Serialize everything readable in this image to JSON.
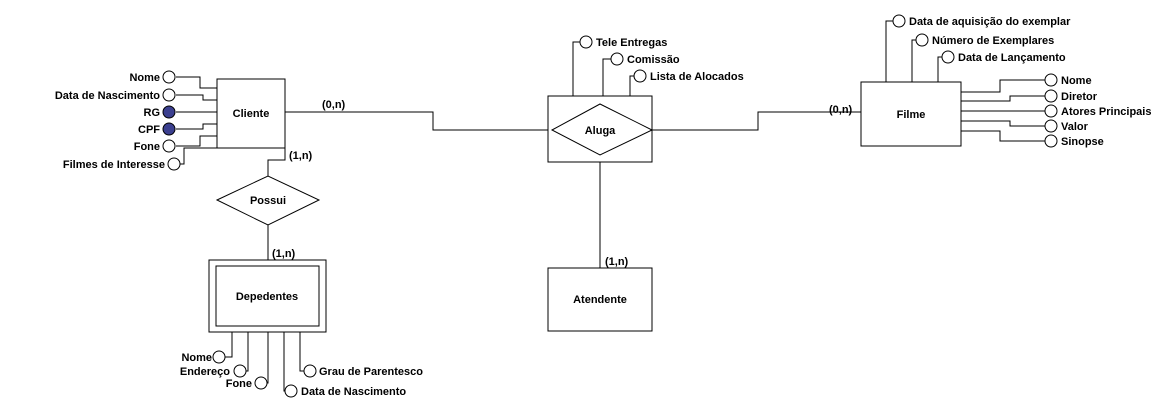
{
  "entities": {
    "cliente": "Cliente",
    "filme": "Filme",
    "atendente": "Atendente",
    "dependentes": "Depedentes"
  },
  "relationships": {
    "aluga": "Aluga",
    "possui": "Possui"
  },
  "cardinalities": {
    "cliente_aluga": "(0,n)",
    "filme_aluga": "(0,n)",
    "cliente_possui": "(1,n)",
    "dependentes_possui": "(1,n)",
    "atendente_aluga": "(1,n)"
  },
  "cliente_attributes": {
    "nome": "Nome",
    "data_nascimento": "Data de Nascimento",
    "rg": "RG",
    "cpf": "CPF",
    "fone": "Fone",
    "filmes_interesse": "Filmes de Interesse"
  },
  "aluga_attributes": {
    "tele_entregas": "Tele Entregas",
    "comissao": "Comissão",
    "lista_alocados": "Lista de Alocados"
  },
  "filme_attributes": {
    "data_aquisicao": "Data de aquisição do exemplar",
    "numero_exemplares": "Número de Exemplares",
    "data_lancamento": "Data de Lançamento",
    "nome": "Nome",
    "diretor": "Diretor",
    "atores_principais": "Atores Principais",
    "valor": "Valor",
    "sinopse": "Sinopse"
  },
  "dependentes_attributes": {
    "nome": "Nome",
    "endereco": "Endereço",
    "fone": "Fone",
    "data_nascimento": "Data de Nascimento",
    "grau_parentesco": "Grau de Parentesco"
  },
  "colors": {
    "line": "#000000",
    "background": "#ffffff",
    "key_attribute_fill": "#3b3f8f"
  }
}
